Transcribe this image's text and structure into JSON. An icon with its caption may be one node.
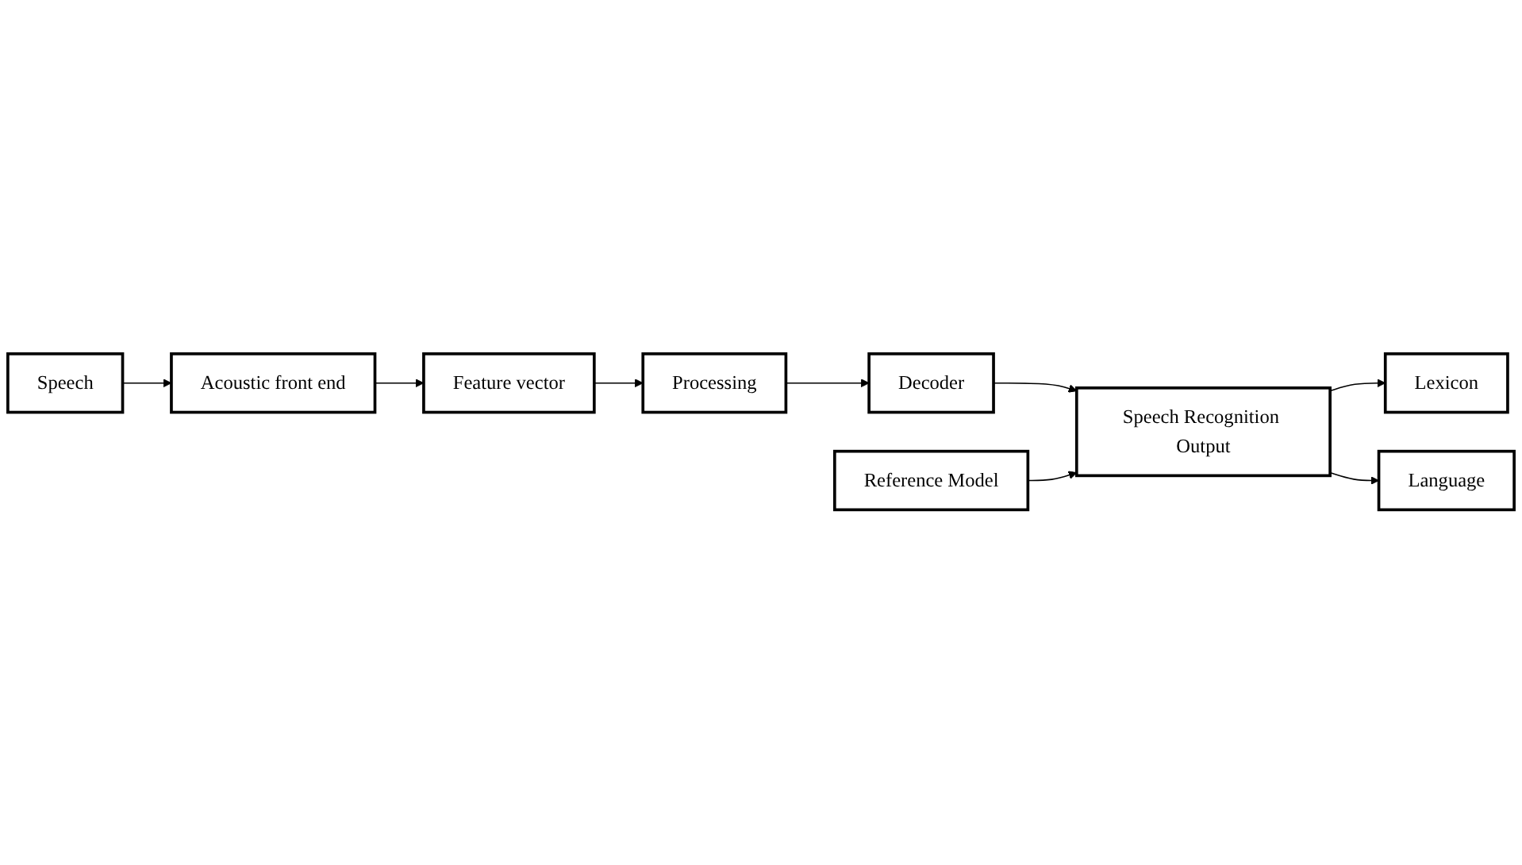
{
  "diagram": {
    "nodes": [
      {
        "text": [
          "Speech"
        ]
      },
      {
        "text": [
          "Acoustic front end"
        ]
      },
      {
        "text": [
          "Feature vector"
        ]
      },
      {
        "text": [
          "Processing"
        ]
      },
      {
        "text": [
          "Decoder"
        ]
      },
      {
        "text": [
          "Reference Model"
        ]
      },
      {
        "text": [
          "Speech Recognition Output"
        ]
      },
      {
        "text": [
          "Lexicon"
        ]
      },
      {
        "text": [
          "Language"
        ]
      }
    ],
    "edges": [
      {
        "from": 0,
        "to": 1,
        "arrow": "to"
      },
      {
        "from": 1,
        "to": 2,
        "arrow": "to"
      },
      {
        "from": 2,
        "to": 3,
        "arrow": "to"
      },
      {
        "from": 3,
        "to": 4,
        "arrow": "to"
      },
      {
        "from": 4,
        "to": 6,
        "arrow": "to"
      },
      {
        "from": 5,
        "to": 6,
        "arrow": "to"
      },
      {
        "from": 6,
        "to": 7,
        "arrow": "to"
      },
      {
        "from": 6,
        "to": 8,
        "arrow": "to"
      }
    ]
  }
}
